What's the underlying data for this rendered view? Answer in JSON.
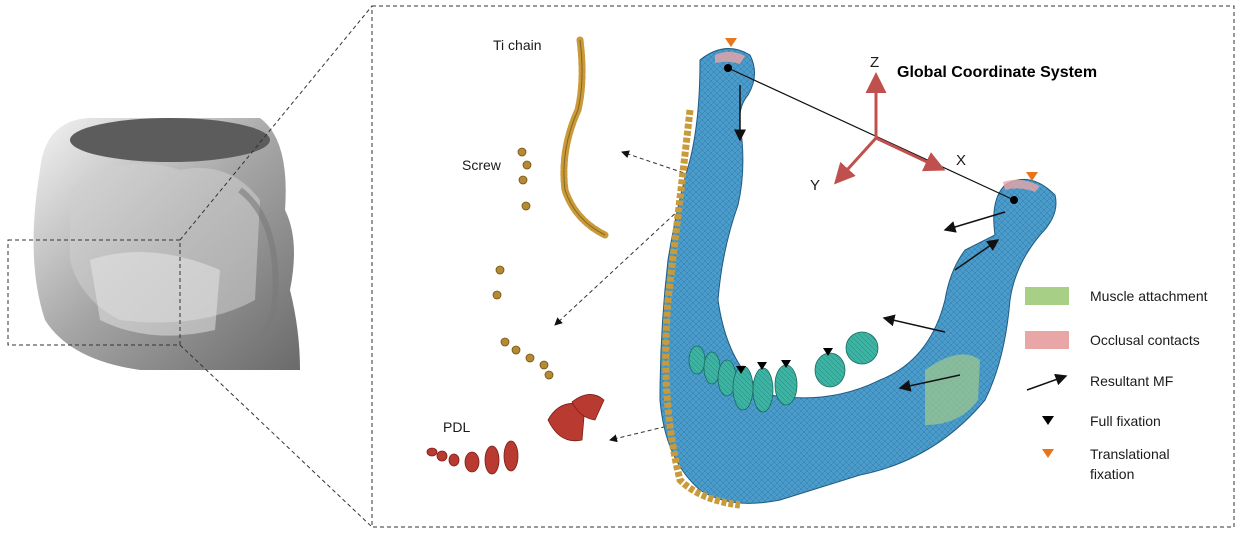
{
  "panel_labels": {
    "ti_chain": "Ti chain",
    "screw": "Screw",
    "pdl": "PDL"
  },
  "coordinate_system": {
    "title": "Global Coordinate System",
    "z": "Z",
    "x": "X",
    "y": "Y"
  },
  "legend": [
    {
      "label": "Muscle attachment",
      "symbol": "swatch",
      "color": "#a7cf86"
    },
    {
      "label": "Occlusal contacts",
      "symbol": "swatch",
      "color": "#e8a6a6"
    },
    {
      "label": "Resultant MF",
      "symbol": "arrow",
      "color": "#000000"
    },
    {
      "label": "Full fixation",
      "symbol": "triangle",
      "color": "#000000"
    },
    {
      "label": "Translational",
      "symbol": "triangle",
      "color": "#e8751a"
    },
    {
      "label": "fixation",
      "symbol": "none",
      "color": ""
    }
  ],
  "colors": {
    "mandible": "#4a9ccc",
    "teeth": "#3db3a3",
    "chain": "#c99a3a",
    "pdl": "#b83a30",
    "axis": "#c0504d",
    "dashed": "#333333"
  }
}
